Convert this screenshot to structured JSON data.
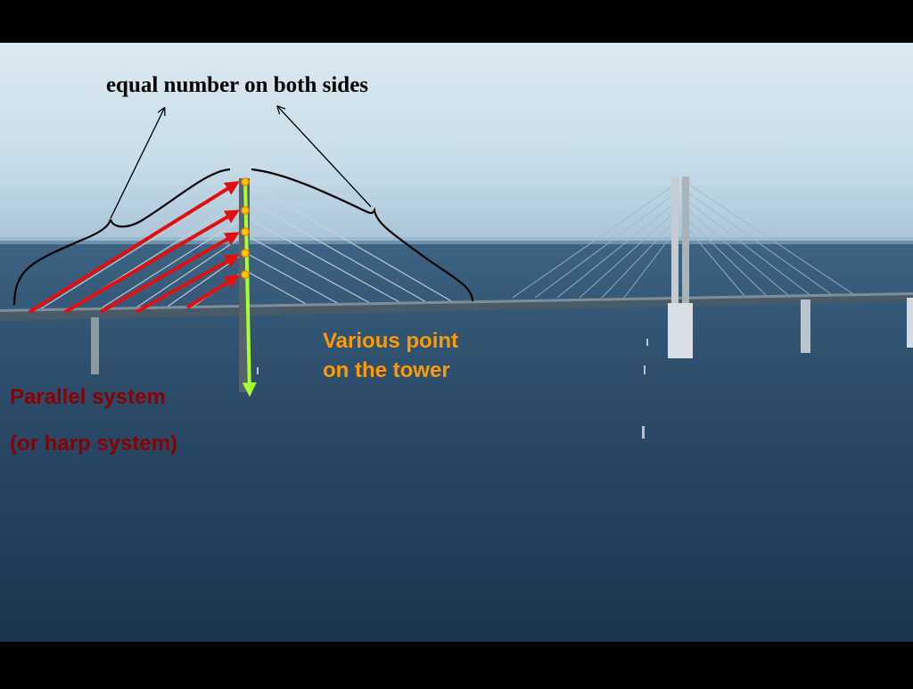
{
  "annotations": {
    "title": "equal number on both sides",
    "tower_note_line1": "Various point",
    "tower_note_line2": "on the tower",
    "system_line1": "Parallel system",
    "system_line2": "(or harp system)"
  },
  "colors": {
    "frame": "#000000",
    "title_text": "#000000",
    "tower_note_text": "#ff9900",
    "system_text": "#8b0000",
    "red_arrows": "#e01010",
    "tower_arrow": "#a6ff33",
    "anchor_dots": "#ffcc00",
    "sky_top": "#dce9f0",
    "sea": "#2c4a66"
  },
  "icons": {
    "cable_arrow": "red-arrow-icon",
    "tower_arrow": "green-down-arrow-icon",
    "anchor_point": "yellow-dot-icon",
    "brace": "curly-brace-icon"
  }
}
